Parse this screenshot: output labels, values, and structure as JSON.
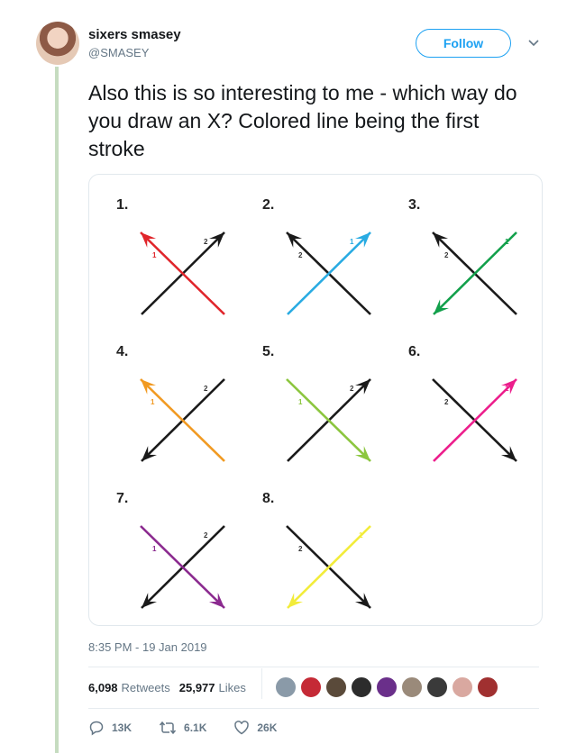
{
  "user": {
    "display_name": "sixers smasey",
    "handle": "@SMASEY",
    "avatar": "avatar-photo"
  },
  "follow_button": {
    "label": "Follow"
  },
  "menu_icon": "chevron-down-icon",
  "tweet": {
    "text": "Also this is so interesting to me - which way do you draw an X? Colored line being the first stroke",
    "timestamp": "8:35 PM - 19 Jan 2019"
  },
  "image": {
    "panels": [
      {
        "number": "1.",
        "color": "#e0252b",
        "first_label": "1",
        "second_label": "2"
      },
      {
        "number": "2.",
        "color": "#29abe2",
        "first_label": "1",
        "second_label": "2"
      },
      {
        "number": "3.",
        "color": "#12a04b",
        "first_label": "1",
        "second_label": "2"
      },
      {
        "number": "4.",
        "color": "#f19a22",
        "first_label": "1",
        "second_label": "2"
      },
      {
        "number": "5.",
        "color": "#8cc63f",
        "first_label": "1",
        "second_label": "2"
      },
      {
        "number": "6.",
        "color": "#ec1e8c",
        "first_label": "1",
        "second_label": "2"
      },
      {
        "number": "7.",
        "color": "#8b2a8f",
        "first_label": "1",
        "second_label": "2"
      },
      {
        "number": "8.",
        "color": "#f2ec3a",
        "first_label": "1",
        "second_label": "2"
      }
    ]
  },
  "stats": {
    "retweets_count": "6,098",
    "retweets_label": "Retweets",
    "likes_count": "25,977",
    "likes_label": "Likes"
  },
  "likers_colors": [
    "#8a9aa8",
    "#c52a36",
    "#5a4a3a",
    "#2c2c2c",
    "#6a2f8a",
    "#9a8a7a",
    "#3a3a3a",
    "#d9a8a0",
    "#a03030"
  ],
  "actions": {
    "reply_count": "13K",
    "retweet_count": "6.1K",
    "like_count": "26K"
  }
}
